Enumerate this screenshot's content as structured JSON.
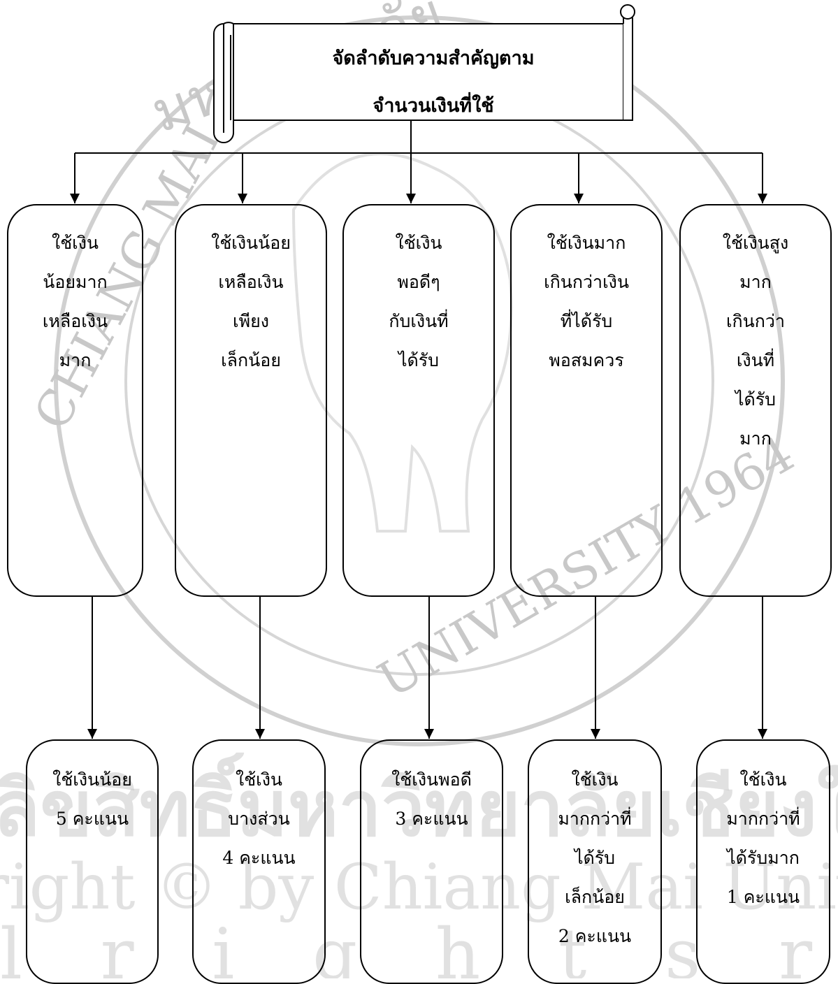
{
  "title": {
    "lines": [
      "จัดลำดับความสำคัญตาม",
      "จำนวนเงินที่ใช้"
    ]
  },
  "categories": [
    {
      "lines": [
        "ใช้เงิน",
        "น้อยมาก",
        "เหลือเงิน",
        "มาก"
      ]
    },
    {
      "lines": [
        "ใช้เงินน้อย",
        "เหลือเงิน",
        "เพียง",
        "เล็กน้อย"
      ]
    },
    {
      "lines": [
        "ใช้เงิน",
        "พอดีๆ",
        "กับเงินที่",
        "ได้รับ"
      ]
    },
    {
      "lines": [
        "ใช้เงินมาก",
        "เกินกว่าเงิน",
        "ที่ได้รับ",
        "พอสมควร"
      ]
    },
    {
      "lines": [
        "ใช้เงินสูง",
        "มาก",
        "เกินกว่า",
        "เงินที่",
        "ได้รับ",
        "มาก"
      ]
    }
  ],
  "scores": [
    {
      "lines": [
        "ใช้เงินน้อย",
        "5 คะแนน"
      ]
    },
    {
      "lines": [
        "ใช้เงิน",
        "บางส่วน",
        "4 คะแนน"
      ]
    },
    {
      "lines": [
        "ใช้เงินพอดี",
        "3 คะแนน"
      ]
    },
    {
      "lines": [
        "ใช้เงิน",
        "มากกว่าที่",
        "ได้รับ",
        "เล็กน้อย",
        "2 คะแนน"
      ]
    },
    {
      "lines": [
        "ใช้เงิน",
        "มากกว่าที่",
        "ได้รับมาก",
        "1 คะแนน"
      ]
    }
  ],
  "watermark": {
    "seal_text": "CHIANG MAI UNIVERSITY 1964",
    "seal_text_thai": "มหาวิทยาลัยเชียงใหม่",
    "band_lines": [
      "ลิขสิทธิ์มหาวิทยาลัยเชียงใหม่",
      "Copyright © by Chiang Mai University",
      "All rights reserved"
    ]
  }
}
